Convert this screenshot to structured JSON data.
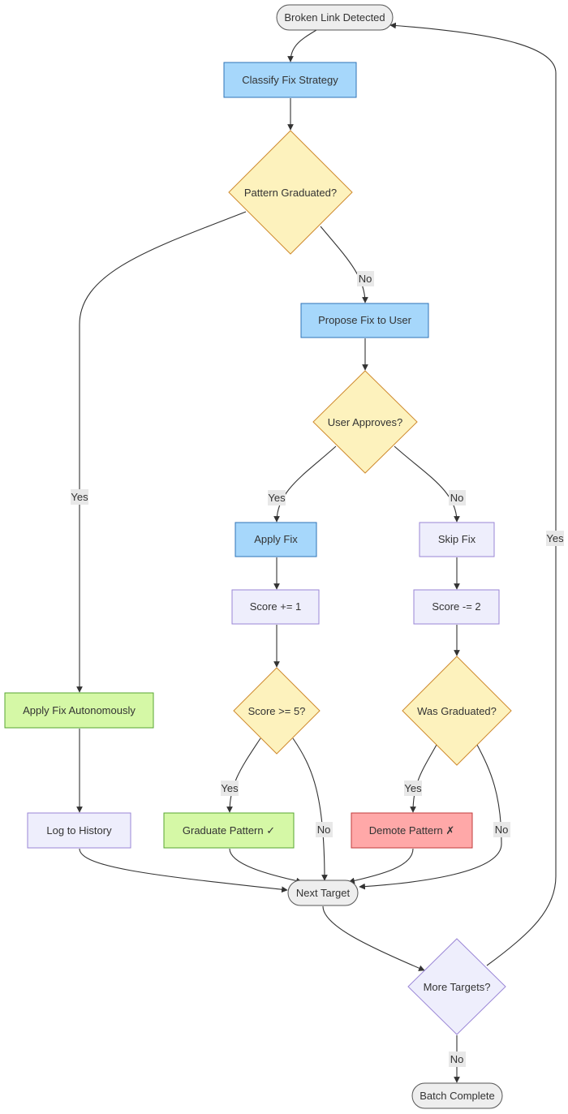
{
  "colors": {
    "terminal_fill": "#eeeeee",
    "terminal_stroke": "#555555",
    "action_fill": "#a6d7fb",
    "action_stroke": "#2f73b7",
    "decision_fill": "#fdf2bd",
    "decision_stroke": "#cf8a2e",
    "neutral_fill": "#eeeefc",
    "neutral_stroke": "#9a86d6",
    "success_fill": "#d5f8a6",
    "success_stroke": "#58a631",
    "danger_fill": "#ffa8a8",
    "danger_stroke": "#c23b3b",
    "edge": "#333333",
    "edge_label_bg": "#e8e8e8"
  },
  "nodes": {
    "broken_link_detected": "Broken Link Detected",
    "classify_fix_strategy": "Classify Fix Strategy",
    "pattern_graduated": "Pattern Graduated?",
    "propose_fix_to_user": "Propose Fix to User",
    "user_approves": "User Approves?",
    "apply_fix": "Apply Fix",
    "skip_fix": "Skip Fix",
    "score_plus_1": "Score += 1",
    "score_minus_2": "Score -= 2",
    "score_gte_5": "Score >= 5?",
    "was_graduated": "Was Graduated?",
    "apply_fix_autonomously": "Apply Fix Autonomously",
    "log_to_history": "Log to History",
    "graduate_pattern": "Graduate Pattern ✓",
    "demote_pattern": "Demote Pattern ✗",
    "next_target": "Next Target",
    "more_targets": "More Targets?",
    "batch_complete": "Batch Complete"
  },
  "edge_labels": {
    "pattern_graduated_yes": "Yes",
    "pattern_graduated_no": "No",
    "user_approves_yes": "Yes",
    "user_approves_no": "No",
    "score_gte_5_yes": "Yes",
    "score_gte_5_no": "No",
    "was_graduated_yes": "Yes",
    "was_graduated_no": "No",
    "more_targets_yes": "Yes",
    "more_targets_no": "No"
  }
}
